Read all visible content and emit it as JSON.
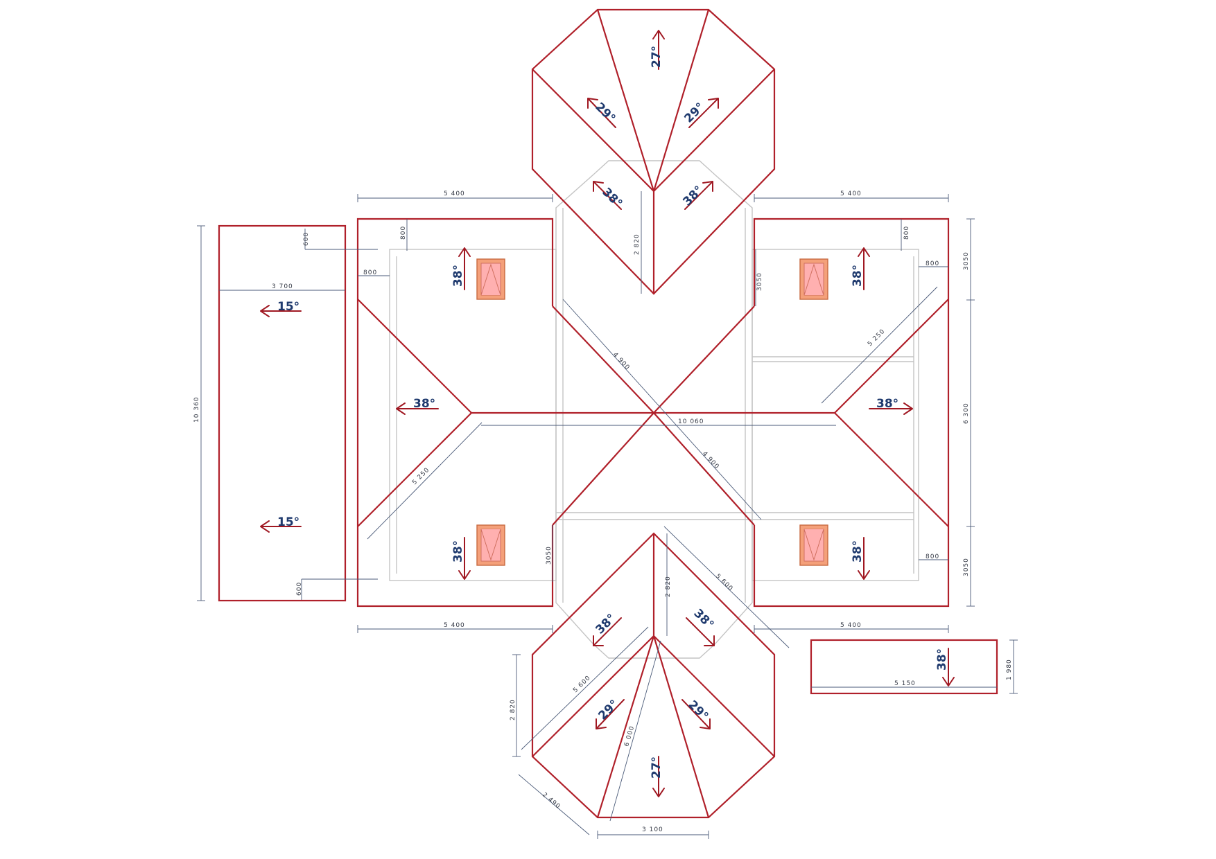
{
  "colors": {
    "roof_outline": "#b0202a",
    "slope_text": "#1f3a6e",
    "dimension_line": "#4a5a78",
    "wall": "#c4c4c4",
    "skylight": "#f4a07a"
  },
  "slopes": {
    "north_top": "27°",
    "north_left": "29°",
    "north_right": "29°",
    "north_lower_left": "38°",
    "north_lower_right": "38°",
    "west_wing_top": "38°",
    "west_wing_mid": "38°",
    "west_wing_bottom": "38°",
    "east_wing_top": "38°",
    "east_wing_mid": "38°",
    "east_wing_bottom": "38°",
    "porch_top": "15°",
    "porch_bottom": "15°",
    "south_upper_left": "38°",
    "south_upper_right": "38°",
    "south_left": "29°",
    "south_right": "29°",
    "south_bottom": "27°",
    "annex": "38°"
  },
  "dimensions": {
    "top_left_width": "5 400",
    "top_right_width": "5 400",
    "bottom_left_width": "5 400",
    "bottom_right_width": "5 400",
    "porch_height": "10 360",
    "porch_width": "3 700",
    "porch_top_offset": "600",
    "porch_bottom_offset": "600",
    "west_overhang_top": "800",
    "west_overhang_side": "800",
    "east_overhang_top": "800",
    "east_overhang_side": "800",
    "east_overhang_side_low": "800",
    "north_depth": "2 820",
    "south_depth": "2 820",
    "south_depth_left": "2 820",
    "east_upper_height": "3050",
    "east_mid_height": "6 300",
    "east_lower_height": "3050",
    "inner_upper_height": "3050",
    "inner_lower_height": "3050",
    "main_ridge": "10 060",
    "diag_west": "5 250",
    "diag_east": "5 250",
    "hip_upper": "4 900",
    "hip_lower": "4 900",
    "south_hip_right": "5 600",
    "south_hip_left": "5 600",
    "south_rafter": "6 000",
    "south_edge_diag": "2 490",
    "south_base": "3 100",
    "annex_width": "5 150",
    "annex_height": "1 980"
  }
}
